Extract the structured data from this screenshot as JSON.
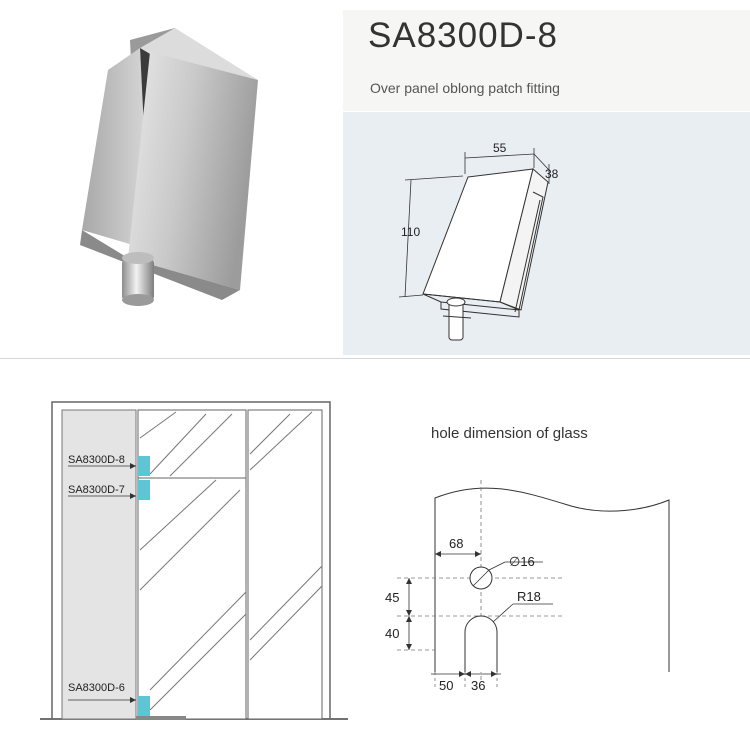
{
  "header": {
    "title": "SA8300D-8",
    "subtitle": "Over panel oblong patch fitting"
  },
  "top_drawing": {
    "dims": {
      "width": "55",
      "depth": "38",
      "height": "110"
    }
  },
  "elevation": {
    "labels": {
      "top": "SA8300D-8",
      "middle": "SA8300D-7",
      "bottom": "SA8300D-6"
    },
    "colors": {
      "fitting": "#5fc5d4",
      "wall": "#e4e4e4"
    }
  },
  "hole_drawing": {
    "caption": "hole dimension of glass",
    "dims": {
      "edge_to_hole": "68",
      "hole_diameter": "∅16",
      "notch_radius": "R18",
      "vertical_upper": "45",
      "vertical_lower": "40",
      "bottom_left": "50",
      "bottom_right": "36"
    }
  }
}
